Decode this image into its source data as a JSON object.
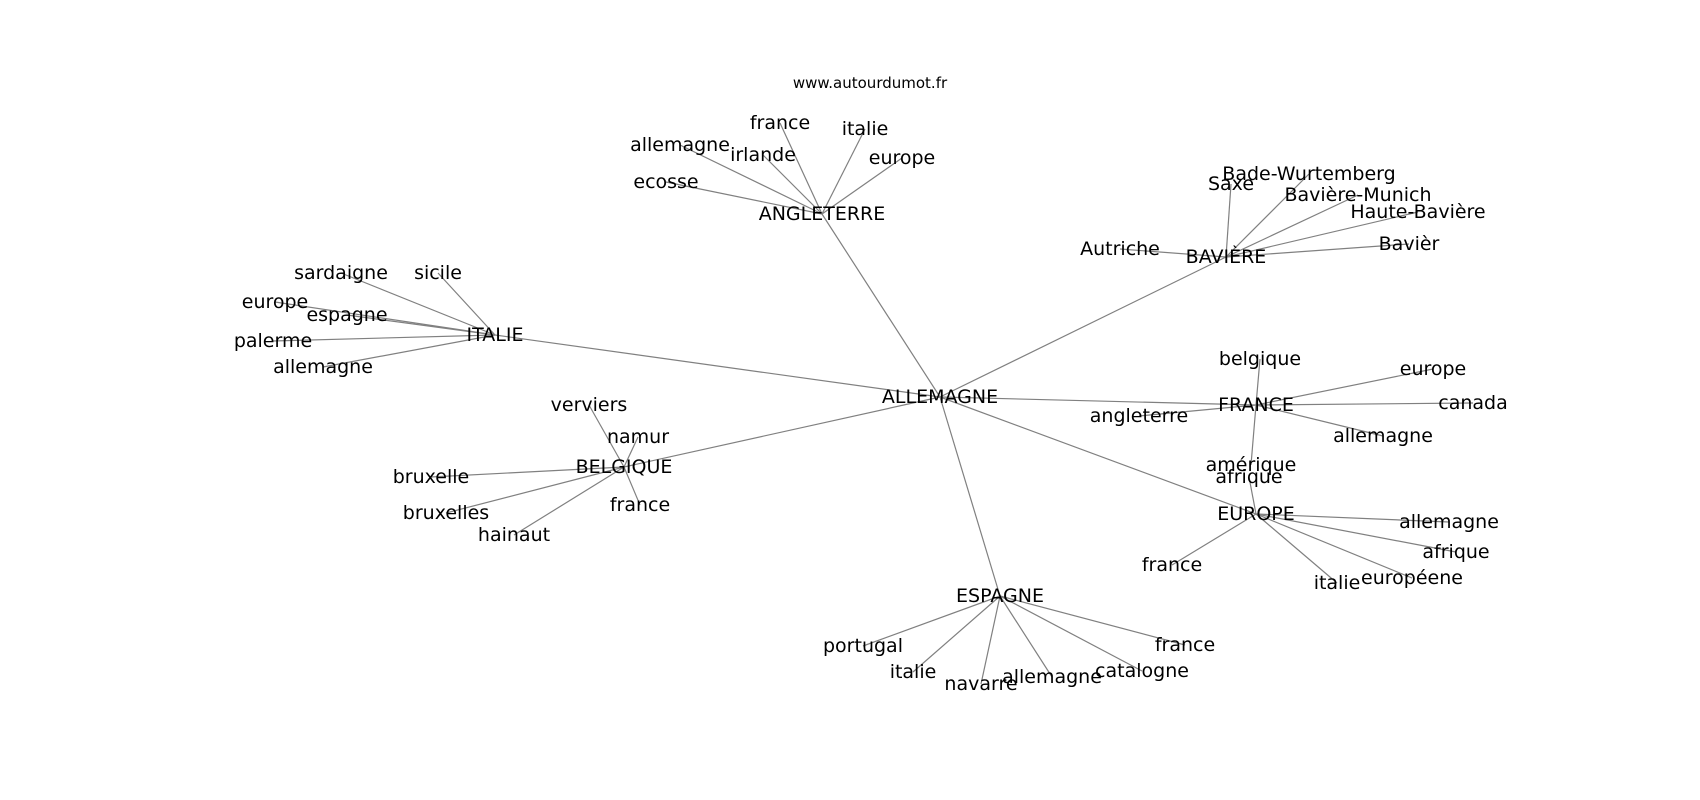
{
  "credit": "www.autourdumot.fr",
  "edge_color": "#808080",
  "text_color": "#000000",
  "center": "ALLEMAGNE",
  "clusters": [
    {
      "hub": "ANGLETERRE",
      "leaves": [
        "france",
        "italie",
        "allemagne",
        "irlande",
        "europe",
        "ecosse"
      ]
    },
    {
      "hub": "BAVIÈRE",
      "leaves": [
        "Bade-Wurtemberg",
        "Saxe",
        "Bavière-Munich",
        "Haute-Bavière",
        "Autriche",
        "Bavièr"
      ]
    },
    {
      "hub": "ITALIE",
      "leaves": [
        "sardaigne",
        "sicile",
        "europe",
        "espagne",
        "palerme",
        "allemagne"
      ]
    },
    {
      "hub": "FRANCE",
      "leaves": [
        "belgique",
        "europe",
        "canada",
        "angleterre",
        "allemagne",
        "amérique"
      ]
    },
    {
      "hub": "BELGIQUE",
      "leaves": [
        "verviers",
        "namur",
        "bruxelle",
        "bruxelles",
        "hainaut",
        "france"
      ]
    },
    {
      "hub": "EUROPE",
      "leaves": [
        "afrique",
        "allemagne",
        "afrique",
        "france",
        "italie",
        "européene"
      ]
    },
    {
      "hub": "ESPAGNE",
      "leaves": [
        "portugal",
        "italie",
        "navarre",
        "allemagne",
        "catalogne",
        "france"
      ]
    }
  ]
}
